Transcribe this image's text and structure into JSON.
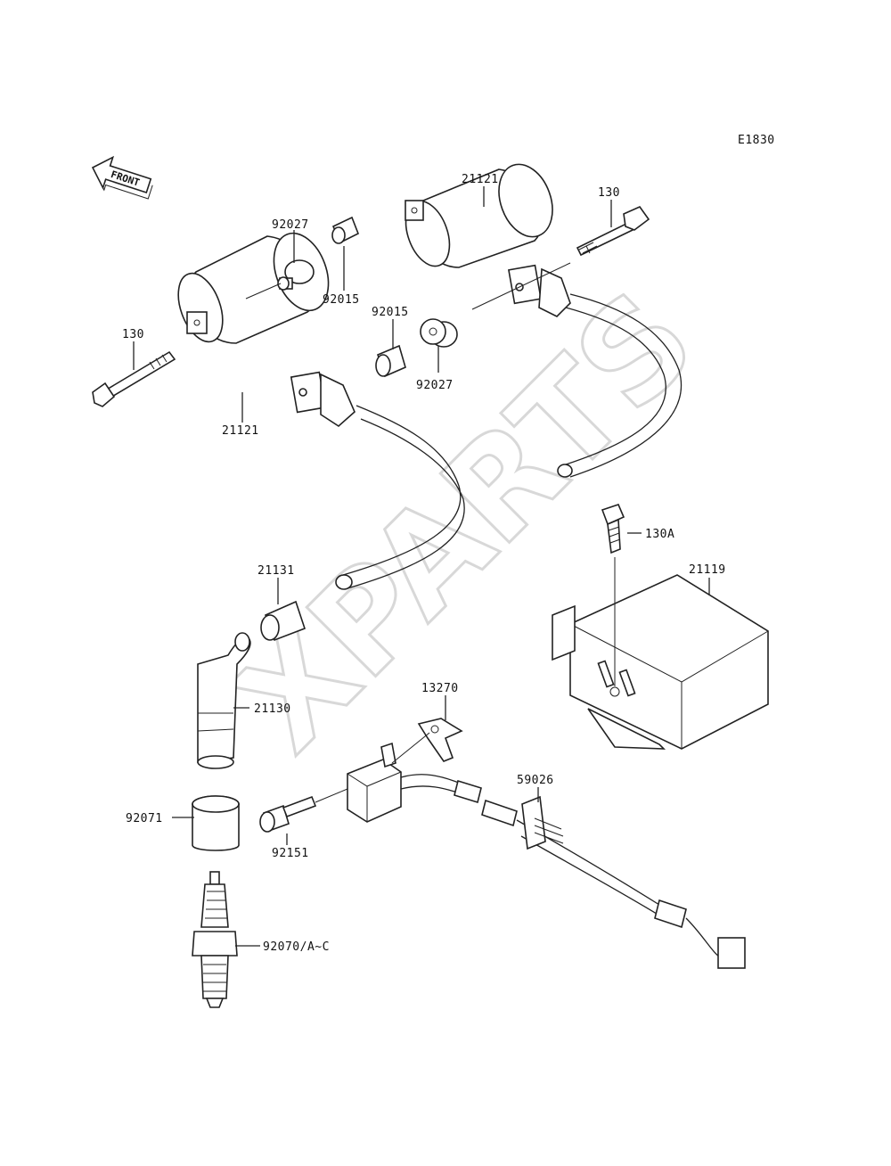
{
  "diagram": {
    "code": "E1830",
    "front_label": "FRONT",
    "watermark": "XPARTS",
    "callouts": [
      {
        "id": "coil_right_label",
        "text": "21121"
      },
      {
        "id": "bolt_right_label",
        "text": "130"
      },
      {
        "id": "washer_left_label",
        "text": "92027"
      },
      {
        "id": "collar_left_label",
        "text": "92015"
      },
      {
        "id": "collar_mid_label",
        "text": "92015"
      },
      {
        "id": "washer_mid_label",
        "text": "92027"
      },
      {
        "id": "bolt_left_label",
        "text": "130"
      },
      {
        "id": "coil_left_label",
        "text": "21121"
      },
      {
        "id": "bolt_igniter_label",
        "text": "130A"
      },
      {
        "id": "igniter_label",
        "text": "21119"
      },
      {
        "id": "cap_label",
        "text": "21131"
      },
      {
        "id": "plug_cap_label",
        "text": "21130"
      },
      {
        "id": "bracket_label",
        "text": "13270"
      },
      {
        "id": "grommet_label",
        "text": "59026"
      },
      {
        "id": "seal_label",
        "text": "92071"
      },
      {
        "id": "screw_label",
        "text": "92151"
      },
      {
        "id": "spark_plug_label",
        "text": "92070/A~C"
      }
    ]
  }
}
